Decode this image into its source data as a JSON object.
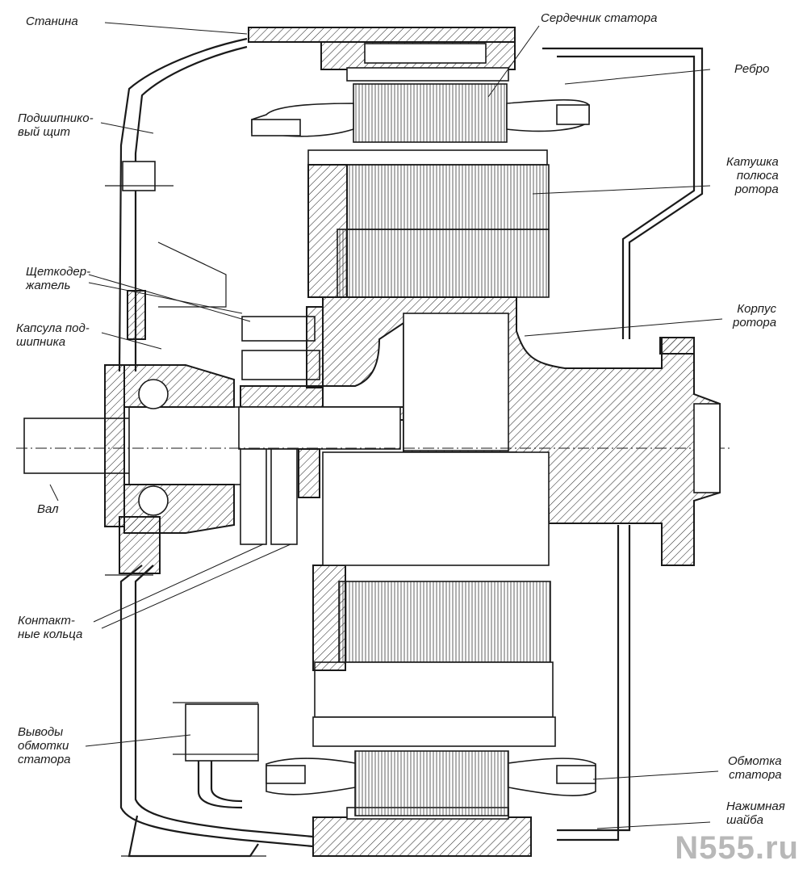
{
  "labels": {
    "stanina": "Станина",
    "serdechnik": "Сердечник статора",
    "rebro": "Ребро",
    "podshipnik_shchit": [
      "Подшипнико-",
      "вый щит"
    ],
    "katushka": [
      "Катушка",
      "полюса",
      "ротора"
    ],
    "shchetkoderzhatel": [
      "Щеткодер-",
      "жатель"
    ],
    "kapsula": [
      "Капсула под-",
      "шипника"
    ],
    "korpus": [
      "Корпус",
      "ротора"
    ],
    "val": "Вал",
    "kontaktnye": [
      "Контакт-",
      "ные кольца"
    ],
    "vyvody": [
      "Выводы",
      "обмотки",
      "статора"
    ],
    "obmotka": [
      "Обмотка",
      "статора"
    ],
    "nazhimnaya": [
      "Нажимная",
      "шайба"
    ]
  },
  "watermark": "N555.ru"
}
